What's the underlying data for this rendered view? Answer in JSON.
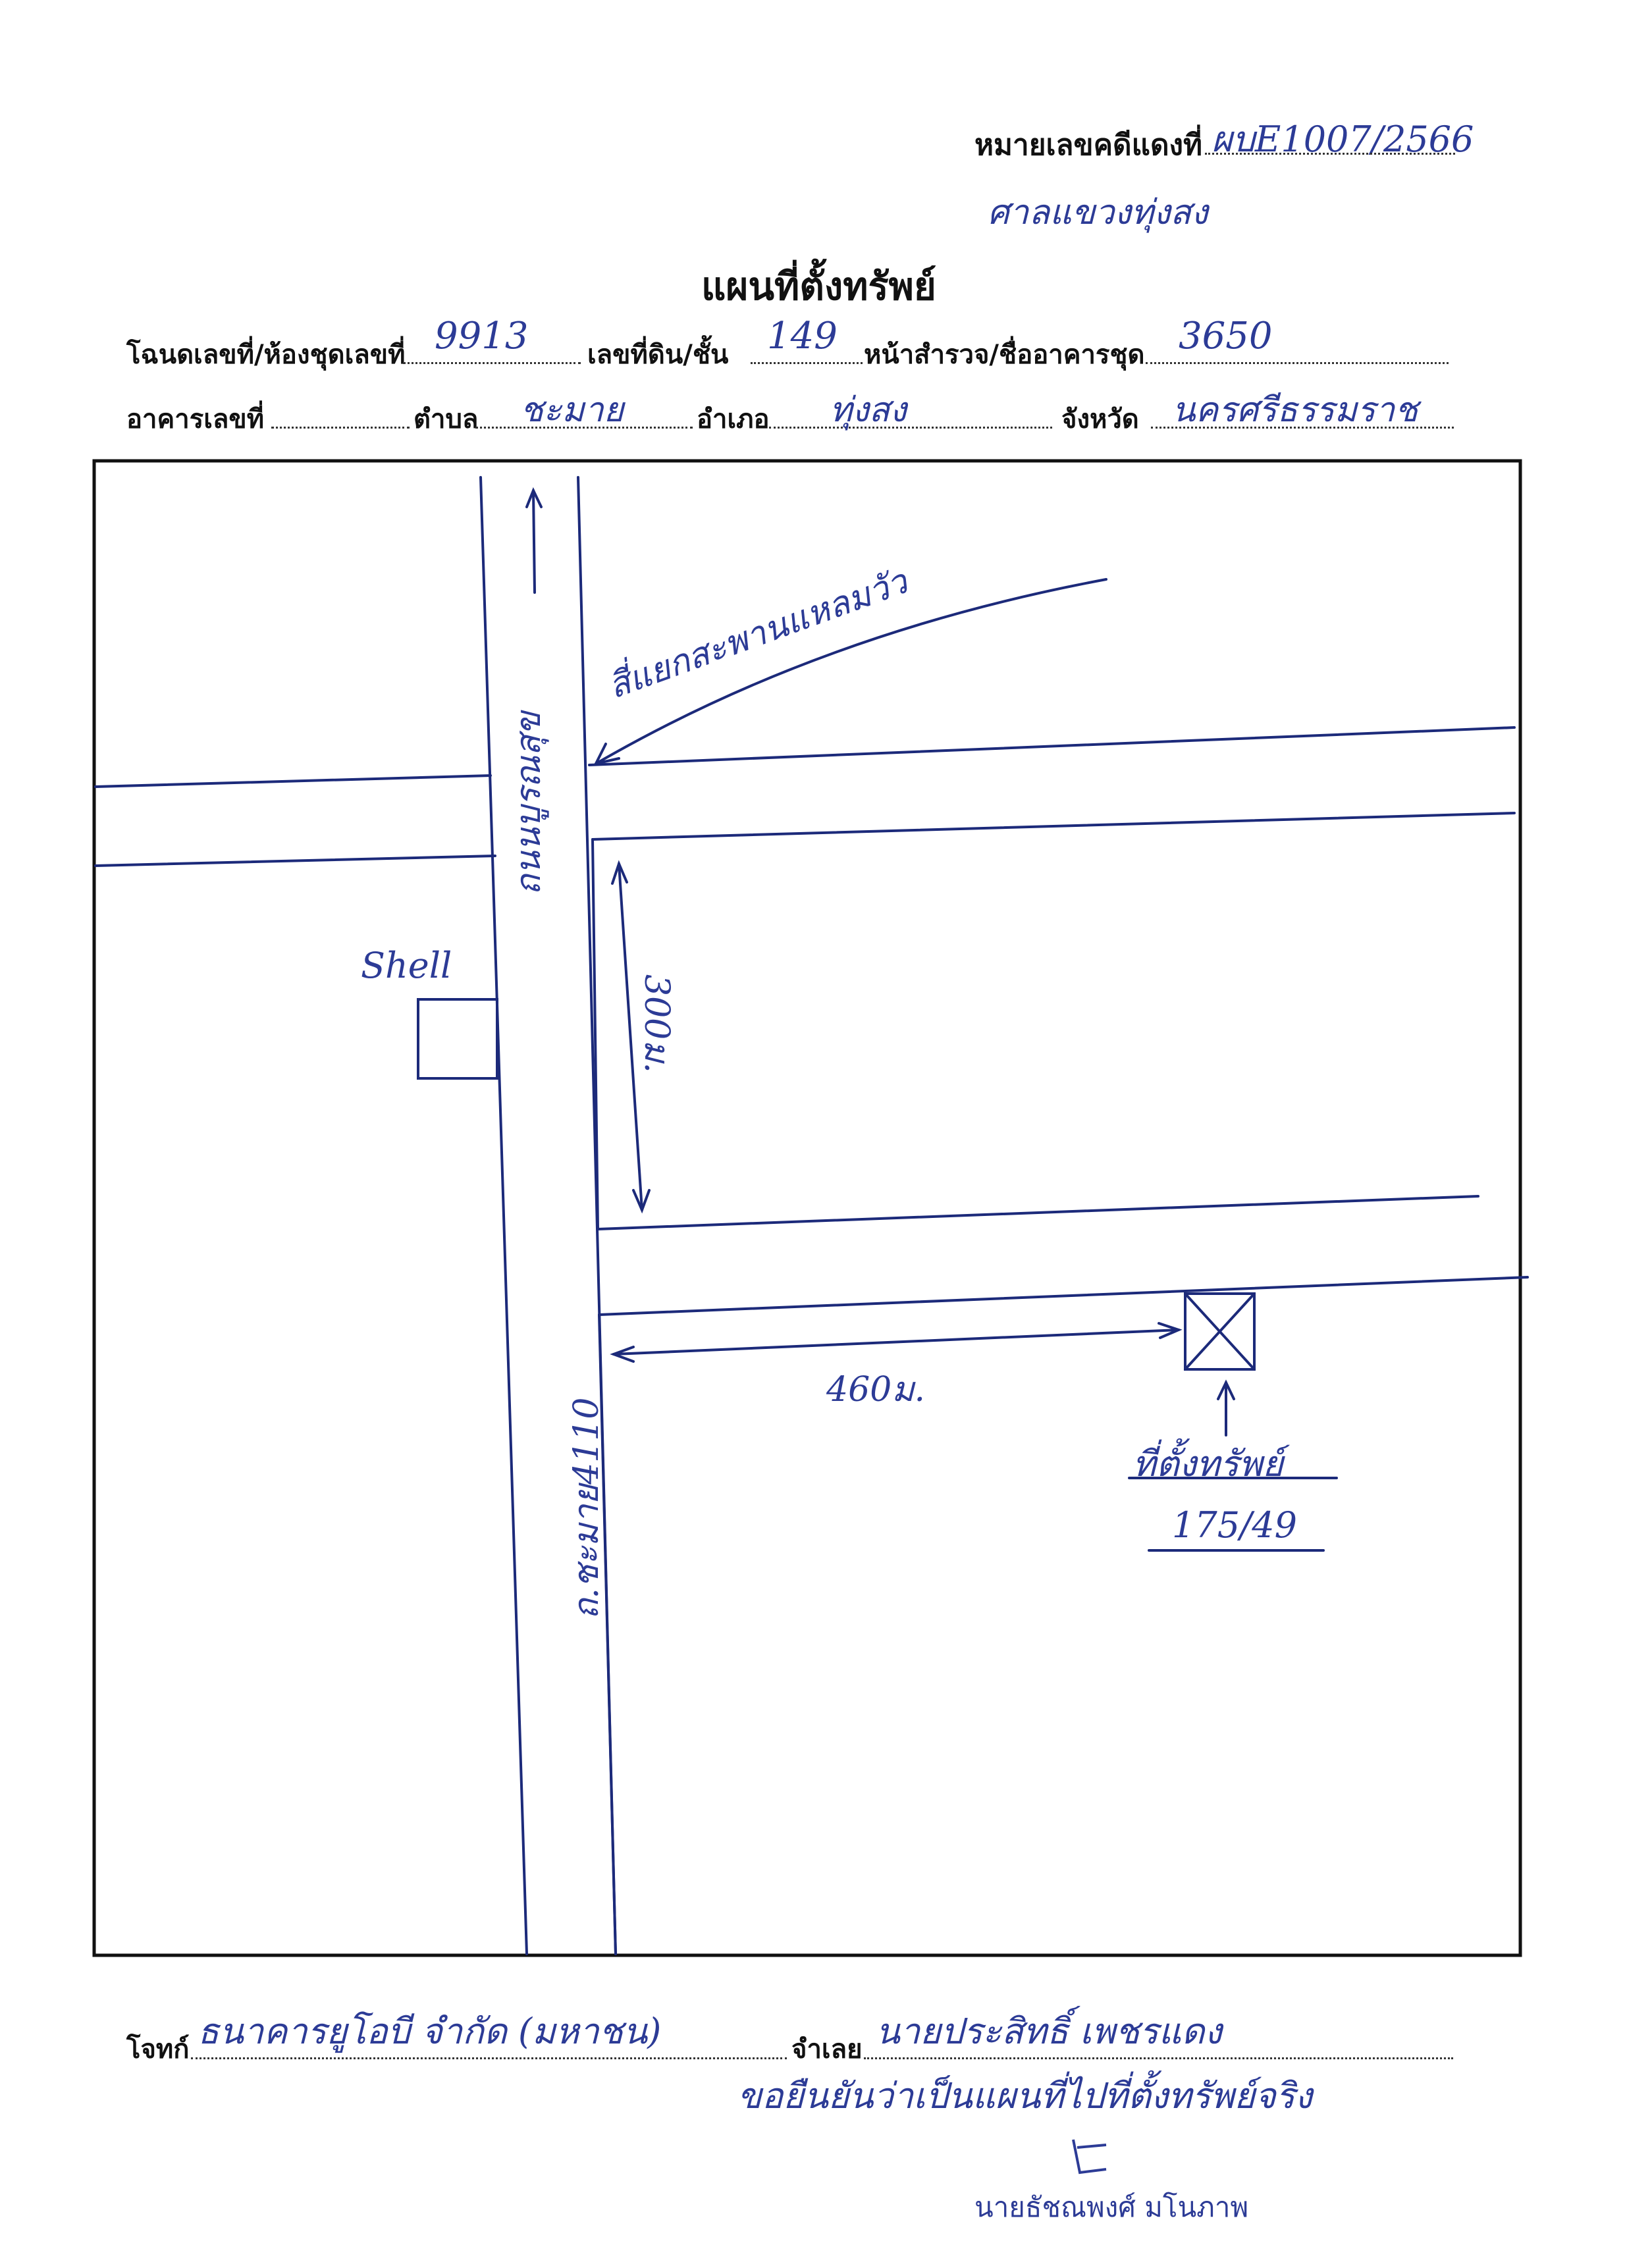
{
  "header": {
    "case_label": "หมายเลขคดีแดงที่",
    "case_value": "ผบE1007/2566",
    "court": "ศาลแขวงทุ่งสง",
    "title": "แผนที่ตั้งทรัพย์"
  },
  "fields": {
    "deed_label": "โฉนดเลขที่/ห้องชุดเลขที่",
    "deed_value": "9913",
    "land_no_label": "เลขที่ดิน/ชั้น",
    "land_no_value": "149",
    "survey_label": "หน้าสำรวจ/ชื่ออาคารชุด",
    "survey_value": "3650",
    "building_label": "อาคารเลขที่",
    "building_value": "",
    "subdistrict_label": "ตำบล",
    "subdistrict_value": "ชะมาย",
    "district_label": "อำเภอ",
    "district_value": "ทุ่งสง",
    "province_label": "จังหวัด",
    "province_value": "นครศรีธรรมราช"
  },
  "map": {
    "arrow_label": "สี่แยกสะพานแหลมวัว",
    "road_top": "ถนนบูรณสุข",
    "shell": "Shell",
    "distance_vertical": "300ม.",
    "distance_horizontal": "460ม.",
    "road_bottom": "ถ.ชะมาย4110",
    "property_label": "ที่ตั้งทรัพย์",
    "property_no": "175/49"
  },
  "footer": {
    "plaintiff_label": "โจทก์",
    "plaintiff_value": "ธนาคารยูโอบี จำกัด (มหาชน)",
    "defendant_label": "จำเลย",
    "defendant_value": "นายประสิทธิ์ เพชรแดง",
    "certify_note": "ขอยืนยันว่าเป็นแผนที่ไปที่ตั้งทรัพย์จริง",
    "signer": "นายธัชณพงศ์ มโนภาพ"
  }
}
